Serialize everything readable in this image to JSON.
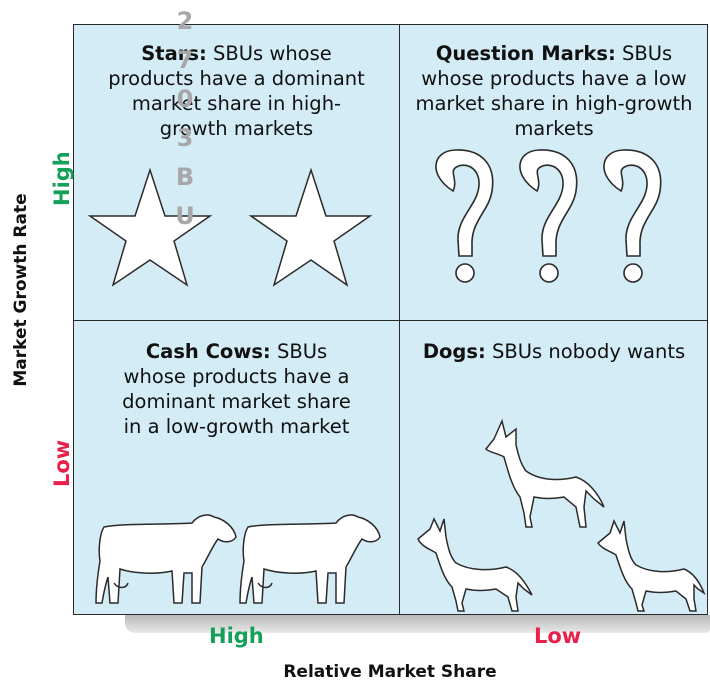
{
  "axes": {
    "y_title": "Market Growth Rate",
    "x_title": "Relative Market Share",
    "y_high": "High",
    "y_low": "Low",
    "x_high": "High",
    "x_low": "Low"
  },
  "quadrants": {
    "stars": {
      "title": "Stars:",
      "desc": "SBUs whose products have a dominant market share in high-growth markets",
      "icon": "star-icon",
      "count": 2
    },
    "question_marks": {
      "title": "Question Marks:",
      "desc": "SBUs whose products have a low market share in high-growth markets",
      "icon": "question-mark-icon",
      "count": 3
    },
    "cash_cows": {
      "title": "Cash Cows:",
      "desc": "SBUs whose products have a dominant market share in a low-growth market",
      "icon": "cow-icon",
      "count": 2
    },
    "dogs": {
      "title": "Dogs:",
      "desc": "SBUs nobody wants",
      "icon": "dog-icon",
      "count": 3
    }
  },
  "watermark": [
    "2",
    "7",
    "0",
    "3",
    "B",
    "U"
  ],
  "colors": {
    "quadrant_fill": "#d3ecf6",
    "high": "#14a058",
    "low": "#e8204a",
    "outline": "#2b2b2b"
  }
}
